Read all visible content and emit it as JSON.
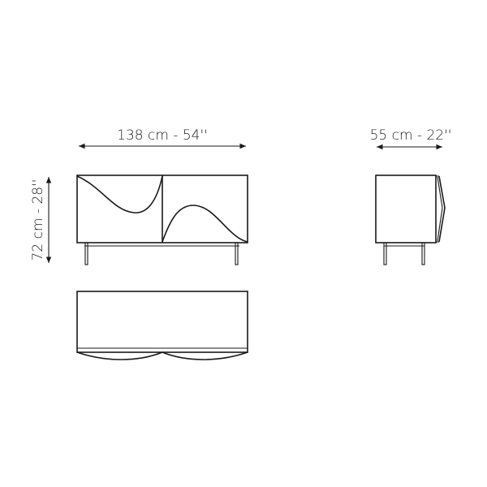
{
  "dimensions": {
    "width_label": "138 cm - 54''",
    "height_label": "72 cm - 28''",
    "depth_label": "55 cm - 22''"
  },
  "colors": {
    "line": "#1a1a1a",
    "background": "#ffffff"
  }
}
